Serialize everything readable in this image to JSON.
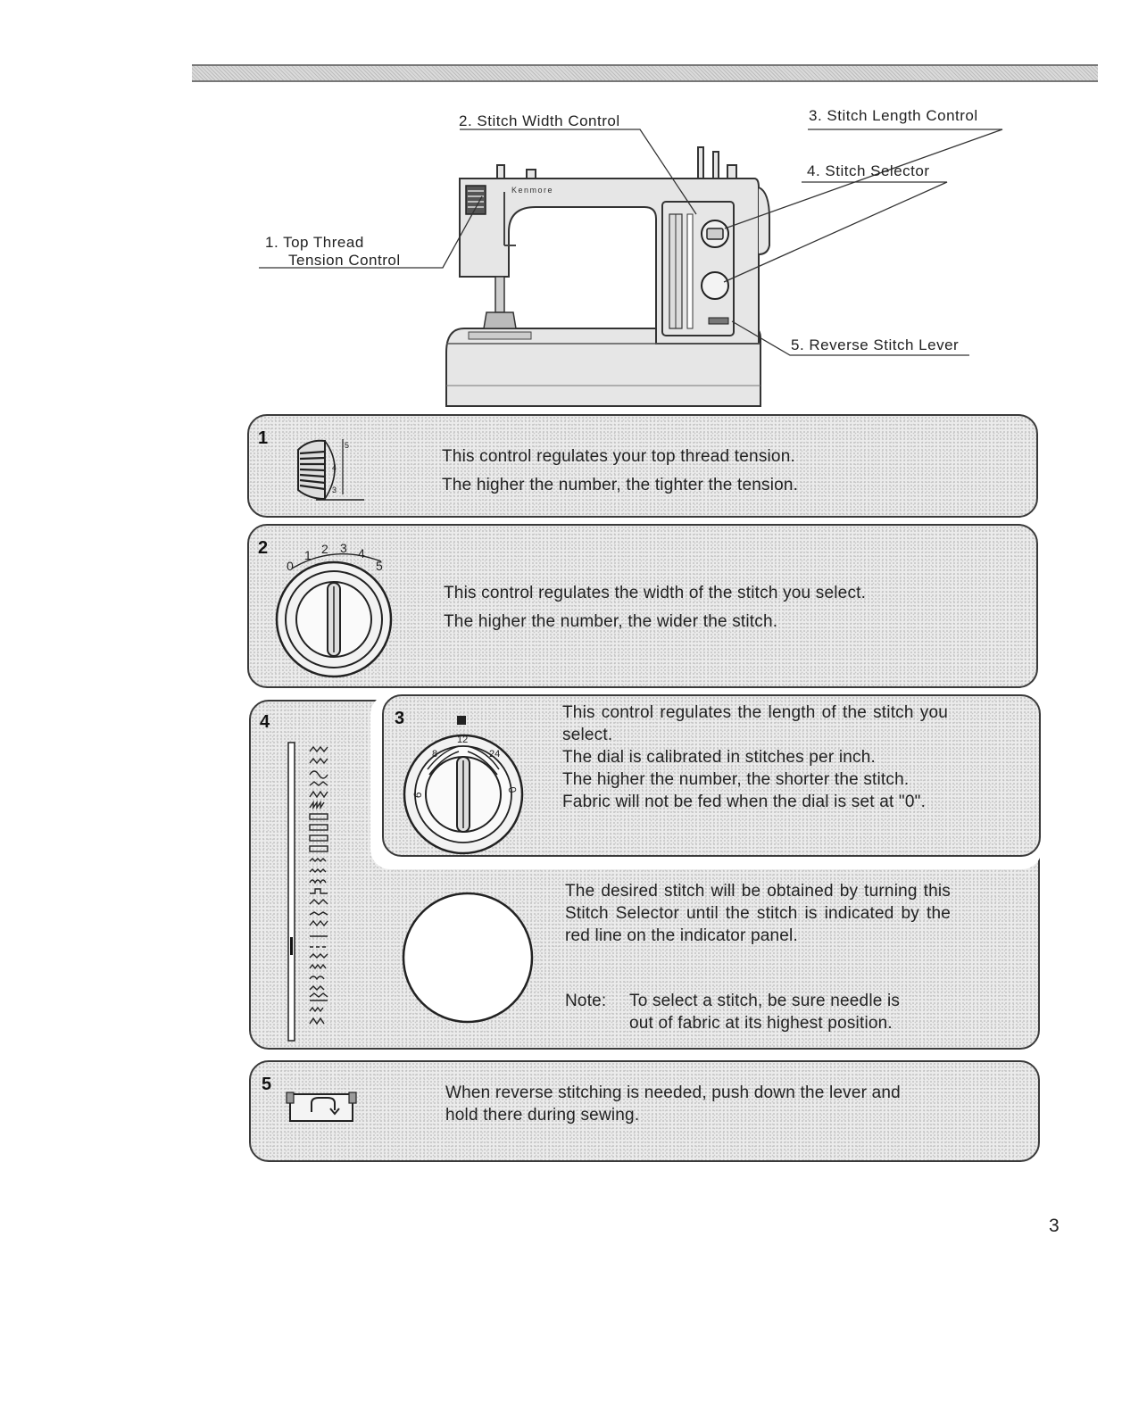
{
  "callouts": {
    "top_thread": [
      "1.  Top Thread",
      "Tension Control"
    ],
    "stitch_width": "2.  Stitch Width Control",
    "stitch_length": "3.  Stitch Length Control",
    "stitch_selector": "4.  Stitch Selector",
    "reverse_lever": "5.  Reverse Stitch Lever"
  },
  "machine": {
    "brand": "Kenmore"
  },
  "panels": {
    "p1": {
      "number": "1",
      "dial_marks": [
        "5",
        "4",
        "3"
      ],
      "text": [
        "This control regulates your top thread tension.",
        "The higher the number, the tighter the tension."
      ]
    },
    "p2": {
      "number": "2",
      "scale": [
        "0",
        "1",
        "2",
        "3",
        "4",
        "5"
      ],
      "text": [
        "This control regulates the width of the stitch you select.",
        "The higher the number, the wider the stitch."
      ]
    },
    "p3": {
      "number": "3",
      "dial_marks": [
        "6",
        "8",
        "12",
        "24",
        "0"
      ],
      "text": [
        "This control regulates the length of the stitch you select.",
        "The dial is calibrated in stitches per inch.",
        "The higher the number, the shorter the stitch.",
        "Fabric will not be fed when the dial is set at \"0\"."
      ]
    },
    "p4": {
      "number": "4",
      "text": "The desired stitch will be obtained by turning this Stitch Selector until the stitch is indicated by the red line on the indicator panel.",
      "note_label": "Note:",
      "note_text": [
        "To select a stitch, be sure needle is",
        "out of fabric at its highest position."
      ]
    },
    "p5": {
      "number": "5",
      "text": [
        "When reverse stitching is needed, push down the lever and",
        "hold there during sewing."
      ]
    }
  },
  "page_number": "3"
}
